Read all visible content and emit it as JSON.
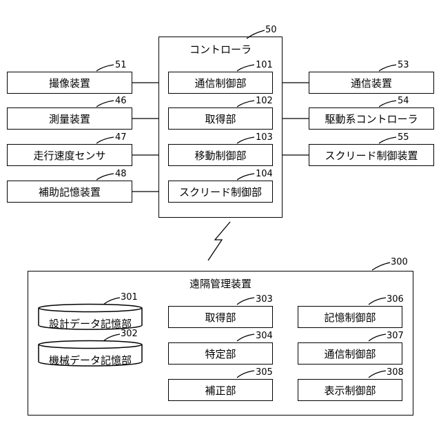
{
  "controller": {
    "title": "コントローラ",
    "ref": "50",
    "units": [
      {
        "label": "通信制御部",
        "ref": "101"
      },
      {
        "label": "取得部",
        "ref": "102"
      },
      {
        "label": "移動制御部",
        "ref": "103"
      },
      {
        "label": "スクリード制御部",
        "ref": "104"
      }
    ]
  },
  "left_devices": [
    {
      "label": "撮像装置",
      "ref": "51"
    },
    {
      "label": "測量装置",
      "ref": "46"
    },
    {
      "label": "走行速度センサ",
      "ref": "47"
    },
    {
      "label": "補助記憶装置",
      "ref": "48"
    }
  ],
  "right_devices": [
    {
      "label": "通信装置",
      "ref": "53"
    },
    {
      "label": "駆動系コントローラ",
      "ref": "54"
    },
    {
      "label": "スクリード制御装置",
      "ref": "55"
    }
  ],
  "remote": {
    "title": "遠隔管理装置",
    "ref": "300",
    "databases": [
      {
        "label": "設計データ記憶部",
        "ref": "301"
      },
      {
        "label": "機械データ記憶部",
        "ref": "302"
      }
    ],
    "middle_units": [
      {
        "label": "取得部",
        "ref": "303"
      },
      {
        "label": "特定部",
        "ref": "304"
      },
      {
        "label": "補正部",
        "ref": "305"
      }
    ],
    "right_units": [
      {
        "label": "記憶制御部",
        "ref": "306"
      },
      {
        "label": "通信制御部",
        "ref": "307"
      },
      {
        "label": "表示制御部",
        "ref": "308"
      }
    ]
  }
}
